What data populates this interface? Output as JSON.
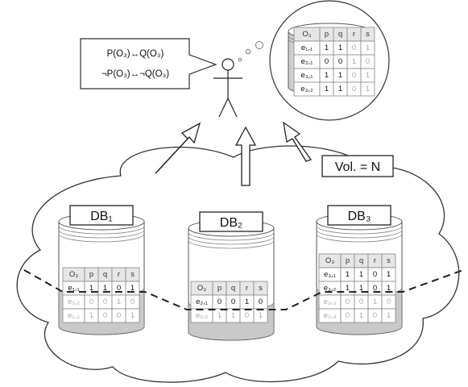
{
  "speech": {
    "line1": "P(O₃)↔Q(O₃)",
    "line2": "¬P(O₃)↔¬Q(O₃)"
  },
  "volume_label": "Vol. = N",
  "thought_table": {
    "headers": [
      "O₃",
      "p",
      "q",
      "r",
      "s"
    ],
    "rows": [
      {
        "id": "e₁,₁",
        "values": [
          "1",
          "1",
          "0",
          "1"
        ]
      },
      {
        "id": "e₂,₁",
        "values": [
          "0",
          "0",
          "1",
          "0"
        ]
      },
      {
        "id": "e₃,₁",
        "values": [
          "1",
          "1",
          "0",
          "1"
        ]
      },
      {
        "id": "e₃,₂",
        "values": [
          "1",
          "1",
          "0",
          "1"
        ]
      }
    ]
  },
  "databases": [
    {
      "label": "DB₁",
      "headers": [
        "O₃",
        "p",
        "q",
        "r",
        "s"
      ],
      "rows": [
        {
          "id": "e₁,₁",
          "values": [
            "1",
            "1",
            "0",
            "1"
          ],
          "faded": false
        },
        {
          "id": "e₁,₂",
          "values": [
            "0",
            "0",
            "1",
            "0"
          ],
          "faded": true
        },
        {
          "id": "e₁,₃",
          "values": [
            "1",
            "0",
            "0",
            "1"
          ],
          "faded": true
        }
      ]
    },
    {
      "label": "DB₂",
      "headers": [
        "O₃",
        "p",
        "q",
        "r",
        "s"
      ],
      "rows": [
        {
          "id": "e₂,₁",
          "values": [
            "0",
            "0",
            "1",
            "0"
          ],
          "faded": false
        },
        {
          "id": "e₂,₂",
          "values": [
            "1",
            "1",
            "0",
            "1"
          ],
          "faded": true
        }
      ]
    },
    {
      "label": "DB₃",
      "headers": [
        "O₃",
        "p",
        "q",
        "r",
        "s"
      ],
      "rows": [
        {
          "id": "e₃,₁",
          "values": [
            "1",
            "1",
            "0",
            "1"
          ],
          "faded": false
        },
        {
          "id": "e₃,₂",
          "values": [
            "1",
            "1",
            "0",
            "1"
          ],
          "faded": false
        },
        {
          "id": "e₃,₃",
          "values": [
            "0",
            "0",
            "1",
            "0"
          ],
          "faded": true
        },
        {
          "id": "e₃,₄",
          "values": [
            "0",
            "1",
            "0",
            "1"
          ],
          "faded": true
        }
      ]
    }
  ]
}
